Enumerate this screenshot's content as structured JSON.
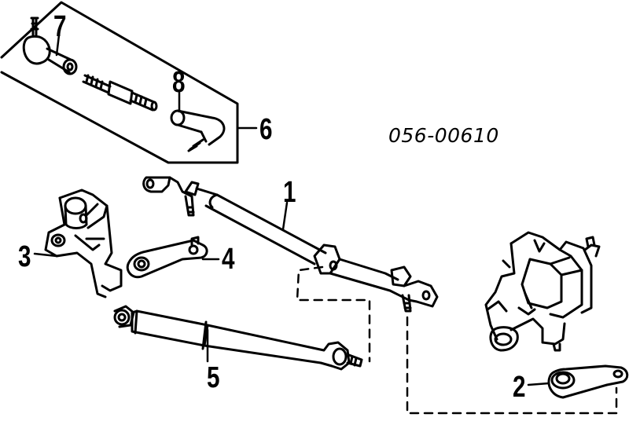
{
  "diagram": {
    "code": "056-00610",
    "colors": {
      "line": "#000000",
      "background": "#ffffff"
    },
    "callouts": {
      "c1": "1",
      "c2": "2",
      "c3": "3",
      "c4": "4",
      "c5": "5",
      "c6": "6",
      "c7": "7",
      "c8": "8"
    },
    "parts": [
      {
        "callout": "1",
        "icon": "center-link-icon"
      },
      {
        "callout": "2",
        "icon": "pitman-arm-icon"
      },
      {
        "callout": "3",
        "icon": "idler-arm-bracket-icon"
      },
      {
        "callout": "4",
        "icon": "idler-arm-icon"
      },
      {
        "callout": "5",
        "icon": "steering-damper-icon"
      },
      {
        "callout": "6",
        "icon": "tie-rod-assembly-icon"
      },
      {
        "callout": "7",
        "icon": "outer-tie-rod-end-icon"
      },
      {
        "callout": "8",
        "icon": "inner-tie-rod-end-icon"
      }
    ]
  }
}
